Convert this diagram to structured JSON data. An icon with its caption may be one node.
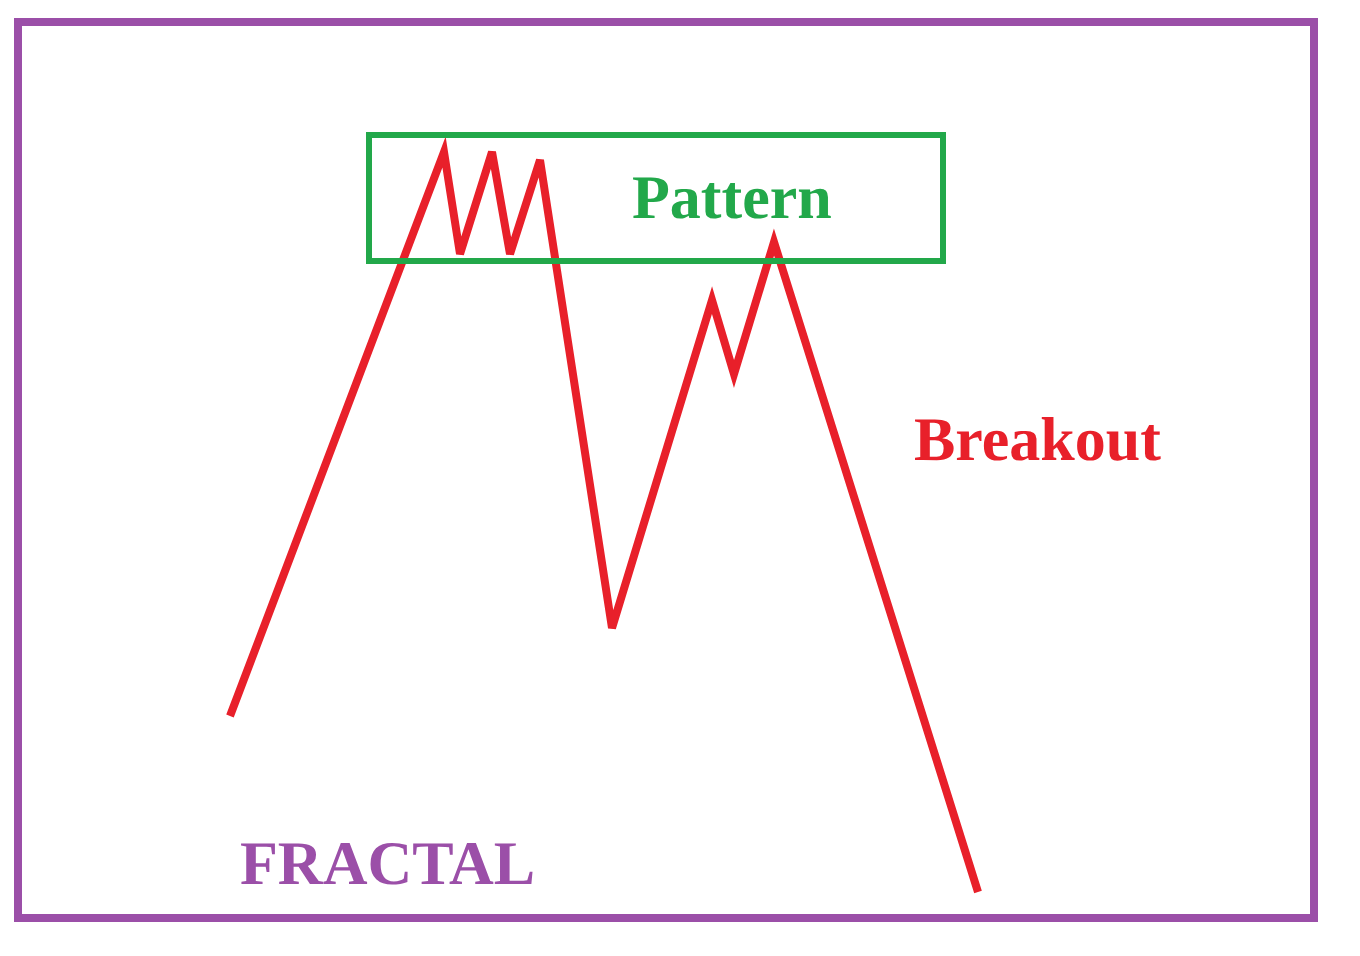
{
  "diagram": {
    "nodes": [
      {
        "text": [
          "Pattern"
        ]
      }
    ],
    "labels": [
      "Breakout",
      "FRACTAL"
    ]
  }
}
